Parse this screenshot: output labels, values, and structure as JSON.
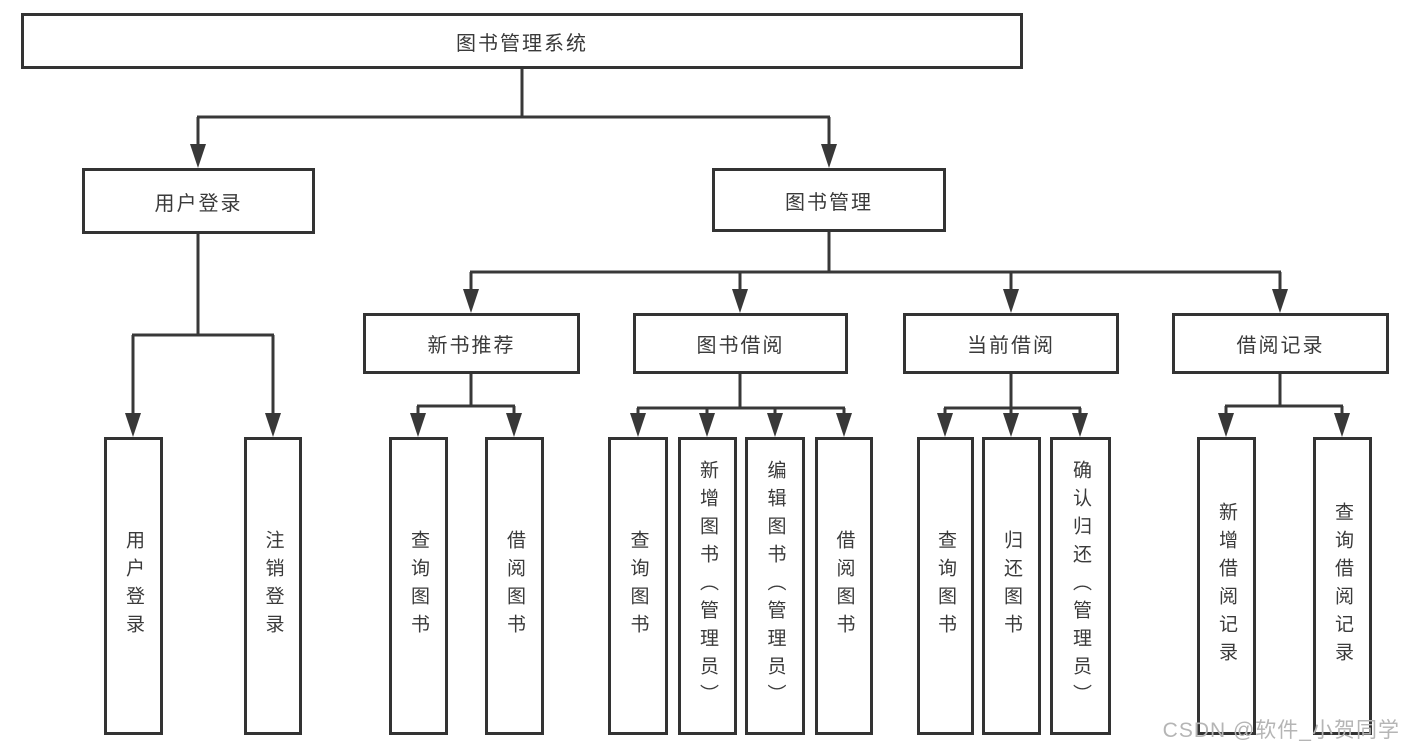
{
  "diagram": {
    "title": "图书管理系统",
    "root": {
      "label": "图书管理系统"
    },
    "level2": [
      {
        "id": "user-login",
        "label": "用户登录"
      },
      {
        "id": "book-management",
        "label": "图书管理"
      }
    ],
    "level3": [
      {
        "id": "new-book-recommend",
        "label": "新书推荐"
      },
      {
        "id": "book-borrow",
        "label": "图书借阅"
      },
      {
        "id": "current-borrow",
        "label": "当前借阅"
      },
      {
        "id": "borrow-records",
        "label": "借阅记录"
      }
    ],
    "leaves": {
      "user_login": [
        "用户登录",
        "注销登录"
      ],
      "new_book": [
        "查询图书",
        "借阅图书"
      ],
      "book_borrow": [
        "查询图书",
        "新增图书（管理员）",
        "编辑图书（管理员）",
        "借阅图书"
      ],
      "current_borrow": [
        "查询图书",
        "归还图书",
        "确认归还（管理员）"
      ],
      "borrow_records": [
        "新增借阅记录",
        "查询借阅记录"
      ]
    }
  },
  "watermark": {
    "text": "CSDN @软件_小贺同学",
    "color": "#b5b5b5"
  },
  "colors": {
    "background": "#ffffff",
    "line": "#383838",
    "box_border": "#333333",
    "text": "#3a3a3a"
  }
}
